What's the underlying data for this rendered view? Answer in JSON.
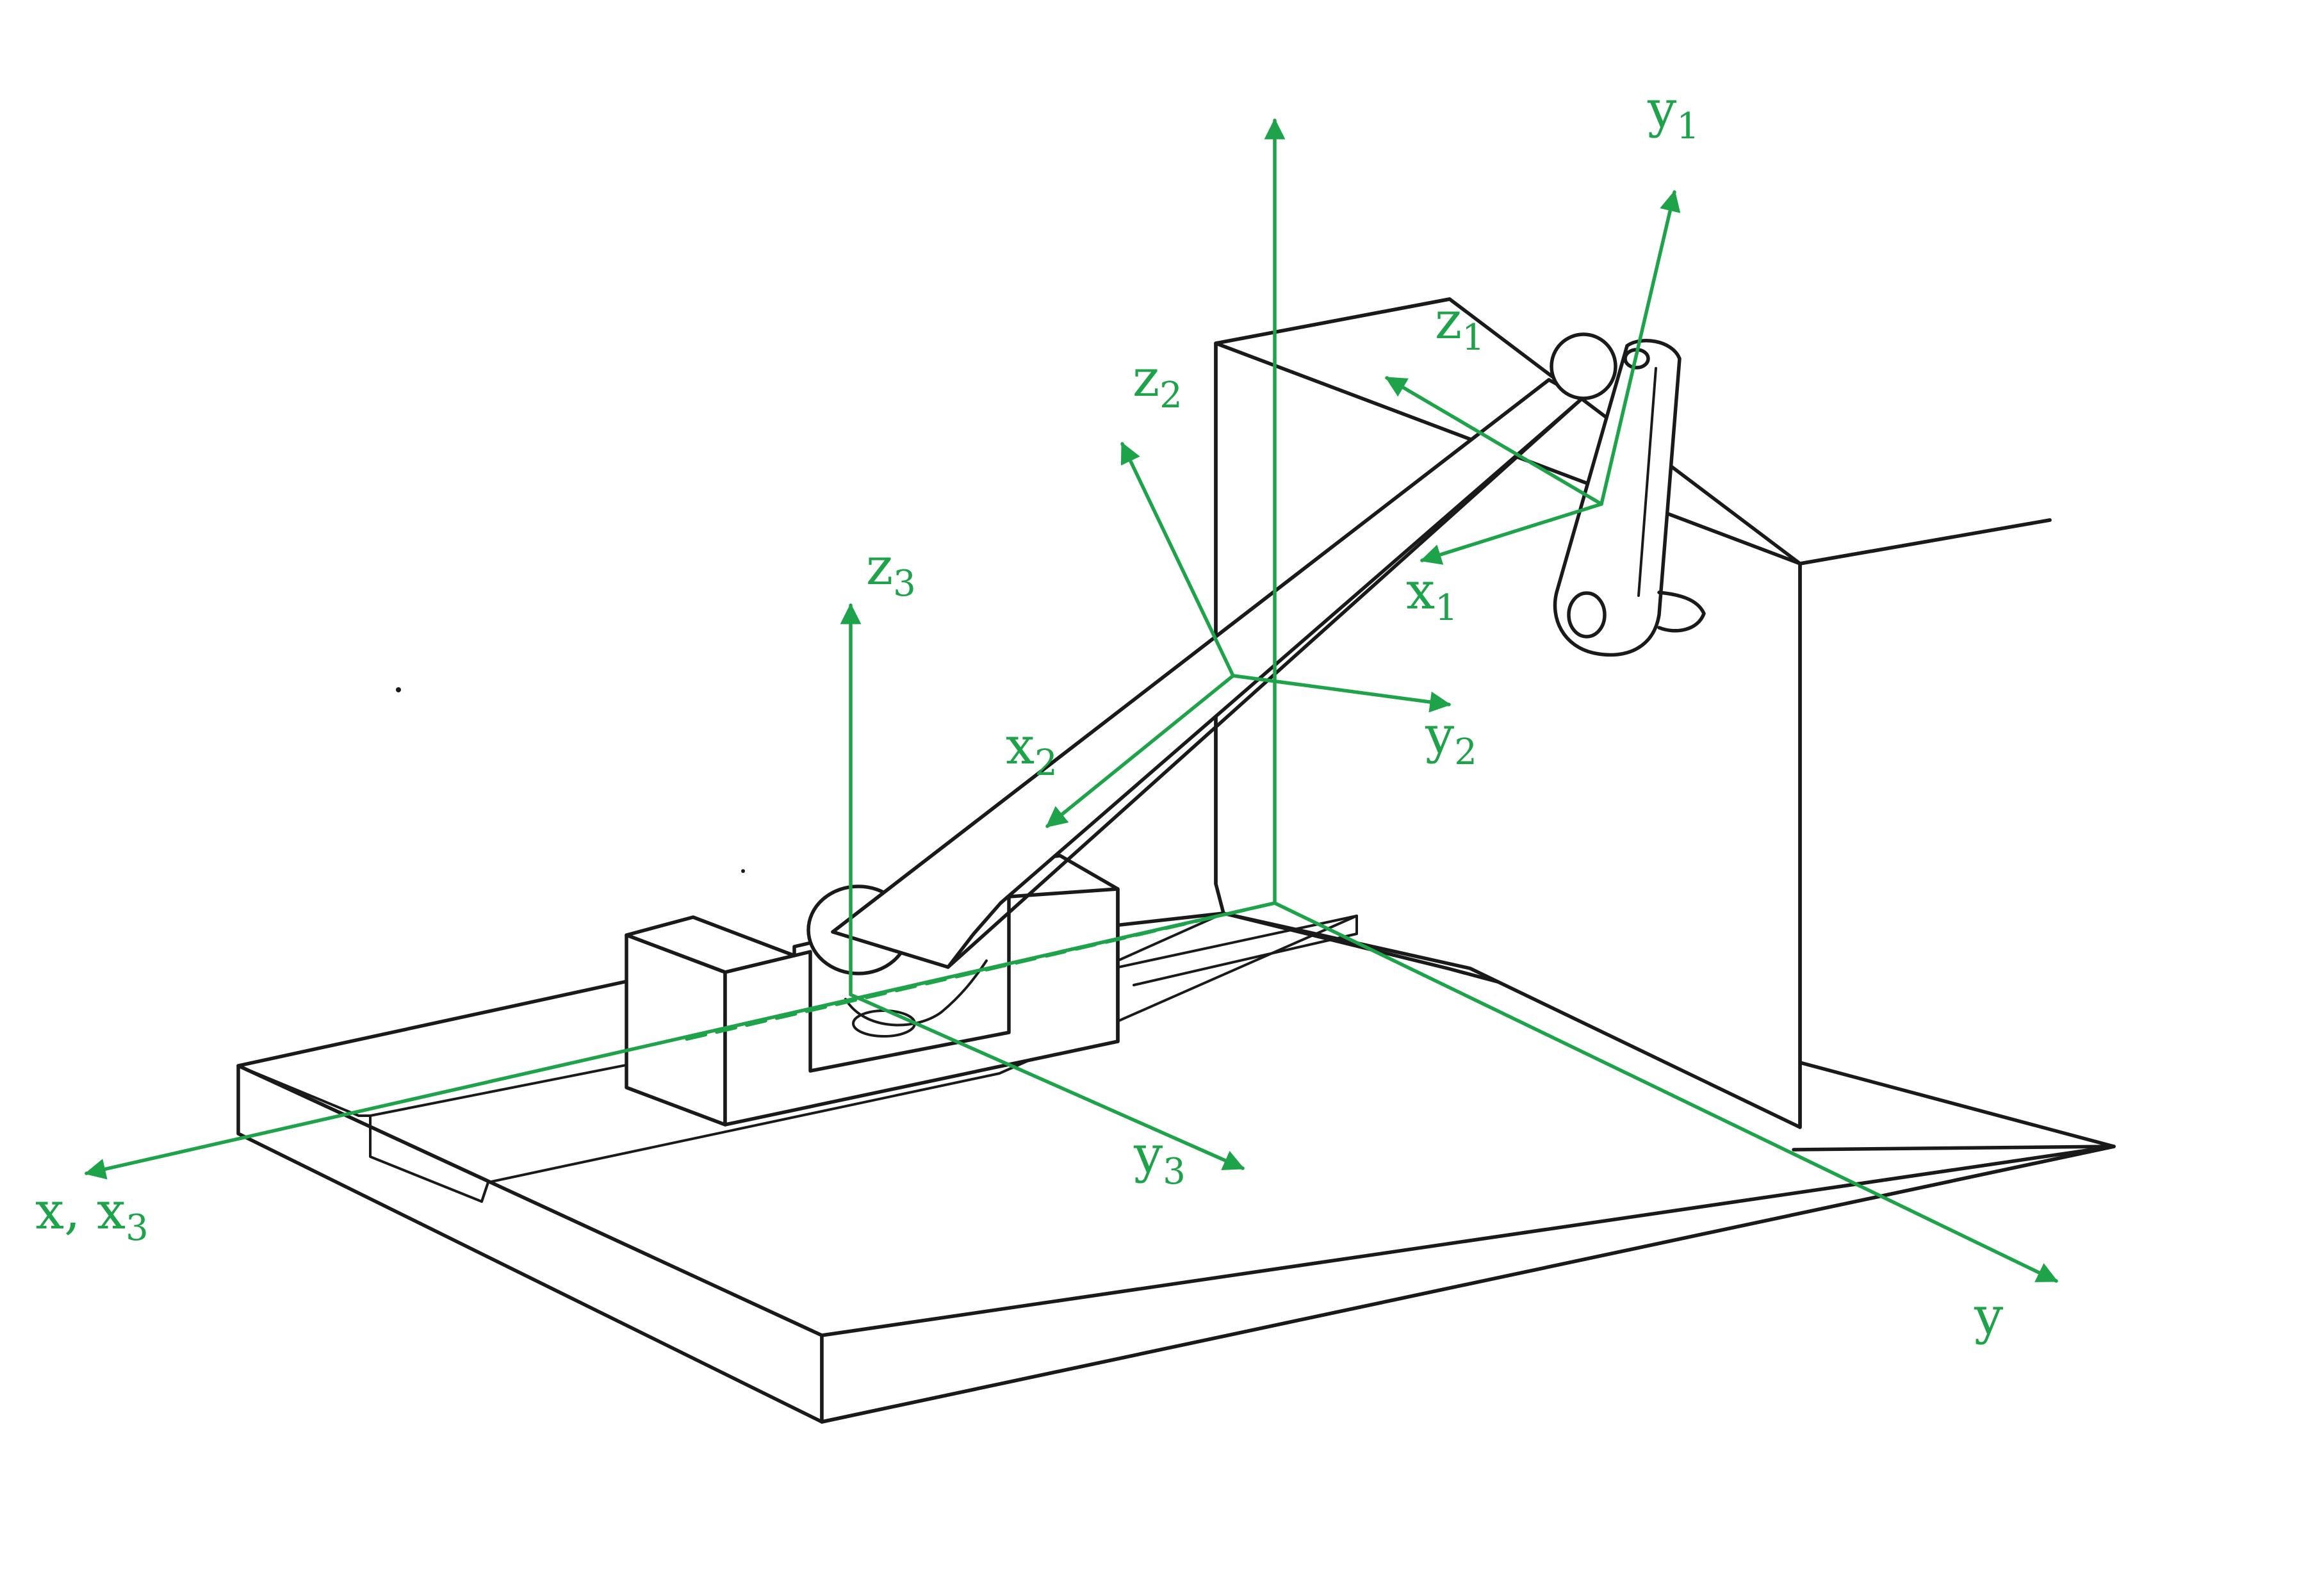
{
  "colors": {
    "axis": "#1fa34a",
    "drawing": "#1a1a1a",
    "background": "#ffffff"
  },
  "labels": {
    "y1": {
      "base": "y",
      "sub": "1"
    },
    "z1": {
      "base": "z",
      "sub": "1"
    },
    "x1": {
      "base": "x",
      "sub": "1"
    },
    "z2": {
      "base": "z",
      "sub": "2"
    },
    "y2": {
      "base": "y",
      "sub": "2"
    },
    "x2": {
      "base": "x",
      "sub": "2"
    },
    "z3": {
      "base": "z",
      "sub": "3"
    },
    "y3": {
      "base": "y",
      "sub": "3"
    },
    "x_x3": {
      "base": "x, x",
      "sub": "3"
    },
    "y": {
      "base": "y",
      "sub": ""
    }
  }
}
